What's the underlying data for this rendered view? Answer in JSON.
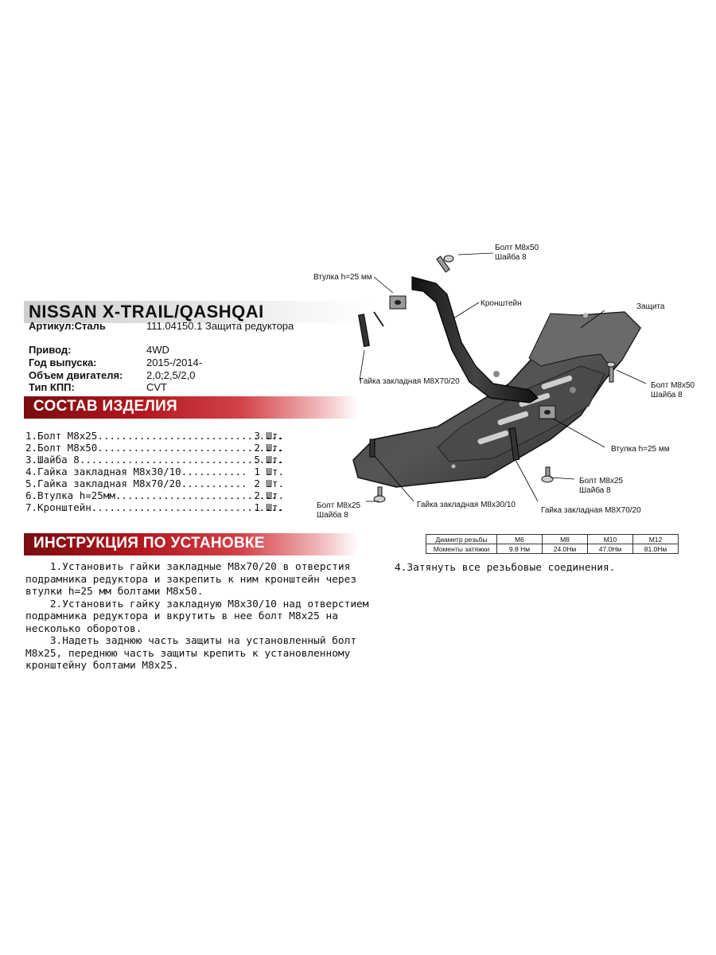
{
  "header": {
    "title": "NISSAN X-TRAIL/QASHQAI",
    "article_label": "Артикул:Сталь",
    "article_value": "111.04150.1 Защита редуктора"
  },
  "specs": [
    {
      "label": "Привод:",
      "value": "4WD"
    },
    {
      "label": "Год выпуска:",
      "value": "2015-/2014-"
    },
    {
      "label": "Объем двигателя:",
      "value": "2,0;2,5/2,0"
    },
    {
      "label": "Тип КПП:",
      "value": "CVT"
    }
  ],
  "sections": {
    "composition": "СОСТАВ ИЗДЕЛИЯ",
    "instructions": "ИНСТРУКЦИЯ ПО УСТАНОВКЕ"
  },
  "parts": [
    {
      "name": "1.Болт M8x25...............................",
      "qty": "3 Шт."
    },
    {
      "name": "2.Болт M8x50...............................",
      "qty": "2 Шт."
    },
    {
      "name": "3.Шайба 8..................................",
      "qty": "5 Шт."
    },
    {
      "name": "4.Гайка закладная M8x30/10...........",
      "qty": "1 Шт."
    },
    {
      "name": "5.Гайка закладная M8x70/20...........",
      "qty": "2 Шт."
    },
    {
      "name": "6.Втулка h=25мм...........................",
      "qty": "2 Шт."
    },
    {
      "name": "7.Кронштейн................................",
      "qty": "1 Шт."
    }
  ],
  "instructions": [
    "    1.Установить гайки закладные M8x70/20 в отверстия подрамника редуктора и закрепить к ним кронштейн через втулки h=25 мм болтами M8x50.",
    "    2.Установить гайку закладную M8x30/10 над отверстием подрамника редуктора и вкрутить в нее болт M8x25 на несколько оборотов.",
    "    3.Надеть заднюю часть защиты на установленный болт M8x25, переднюю часть защиты крепить к установленному кронштейну болтами M8x25."
  ],
  "step4": "4.Затянуть все резьбовые соединения.",
  "torque_table": {
    "row1_label": "Диаметр резьбы",
    "row2_label": "Моменты затяжки",
    "sizes": [
      "M6",
      "M8",
      "M10",
      "M12"
    ],
    "torques": [
      "9.8 Нм",
      "24.0Нм",
      "47.0Нм",
      "81.0Нм"
    ]
  },
  "diagram_labels": {
    "bolt_top": [
      "Болт M8x50",
      "Шайба 8"
    ],
    "bushing_top": "Втулка h=25 мм",
    "bracket": "Кронштейн",
    "guard": "Защита",
    "bolt_right": [
      "Болт M8x50",
      "Шайба 8"
    ],
    "nut_7020_left": "Гайка закладная M8X70/20",
    "bushing_right": "Втулка h=25 мм",
    "bolt_m825_right": [
      "Болт M8x25",
      "Шайба 8"
    ],
    "bolt_m825_left": [
      "Болт M8x25",
      "Шайба 8"
    ],
    "nut_3010": "Гайка закладная M8x30/10",
    "nut_7020_bottom": "Гайка закладная M8X70/20"
  }
}
